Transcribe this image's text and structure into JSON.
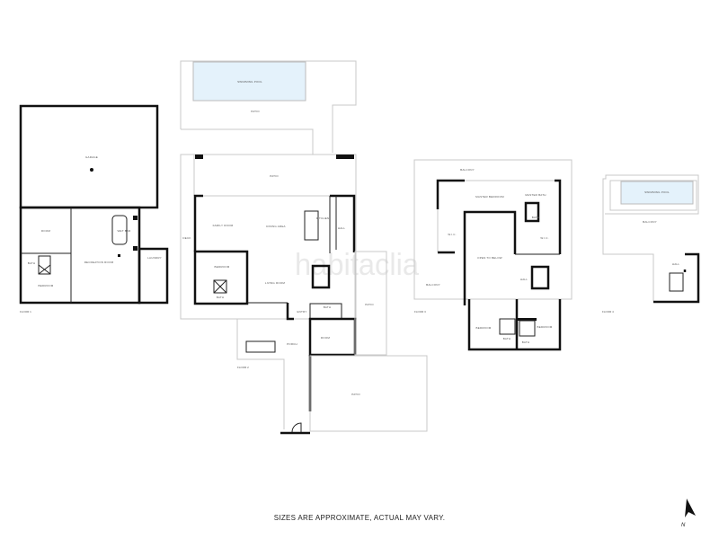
{
  "disclaimer": "SIZES ARE APPROXIMATE, ACTUAL MAY VARY.",
  "north_label": "N",
  "watermark": "habitaclia",
  "colors": {
    "pool": "#e4f2fb",
    "wall": "#111111",
    "outline": "#c8c8c8"
  },
  "floor1": {
    "label": "FLOOR 1",
    "rooms": {
      "garage": "GARAGE",
      "room": "ROOM",
      "bedroom": "BEDROOM",
      "bath": "BATH",
      "recreation": "RECREATION ROOM",
      "laundry": "LAUNDRY",
      "wet_bar": "WET BAR"
    }
  },
  "floor2": {
    "label": "FLOOR 2",
    "rooms": {
      "pool": "SWIMMING POOL",
      "patio_top": "PATIO",
      "patio": "PATIO",
      "family": "FAMILY ROOM",
      "dining": "DINING AREA",
      "kitchen": "KITCHEN",
      "hall": "HALL",
      "bedroom": "BEDROOM",
      "bath": "BATH",
      "living": "LIVING ROOM",
      "entry": "ENTRY",
      "bath2": "BATH",
      "room": "ROOM",
      "porch": "PORCH",
      "patio_side": "PATIO",
      "patio_bottom": "PATIO",
      "deck": "DECK"
    }
  },
  "floor3": {
    "label": "FLOOR 3",
    "rooms": {
      "balcony_top": "BALCONY",
      "master_bedroom": "MASTER BEDROOM",
      "master_bath": "MASTER BATH",
      "bath": "BATH",
      "wic_left": "W.I.C.",
      "wic_right": "W.I.C.",
      "open": "OPEN TO BELOW",
      "balcony_left": "BALCONY",
      "hall": "HALL",
      "bedroom_left": "BEDROOM",
      "bedroom_right": "BEDROOM",
      "bath_left": "BATH",
      "bath_right": "BATH"
    }
  },
  "floor4": {
    "label": "FLOOR 4",
    "rooms": {
      "pool": "SWIMMING POOL",
      "balcony": "BALCONY",
      "hall": "HALL"
    }
  }
}
